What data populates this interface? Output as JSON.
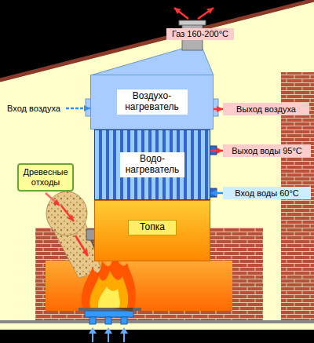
{
  "diagram": {
    "nodes": [
      {
        "text": [
          "Газ 160-200°C"
        ]
      },
      {
        "text": [
          "Вход воздуха"
        ]
      },
      {
        "text": [
          "Воздухо- нагреватель"
        ]
      },
      {
        "text": [
          "Выход воздуха"
        ]
      },
      {
        "text": [
          "Древесные отходы"
        ]
      },
      {
        "text": [
          "Водо- нагреватель"
        ]
      },
      {
        "text": [
          "Выход воды 95°C"
        ]
      },
      {
        "text": [
          "Вход воды 60°C"
        ]
      },
      {
        "text": [
          "Топка"
        ]
      }
    ],
    "edges": [
      {
        "from": 1,
        "to": 2,
        "arrow": "to"
      },
      {
        "from": 2,
        "to": 3,
        "arrow": "to"
      },
      {
        "from": 5,
        "to": 6,
        "arrow": "to"
      },
      {
        "from": 7,
        "to": 5,
        "arrow": "to"
      }
    ]
  }
}
